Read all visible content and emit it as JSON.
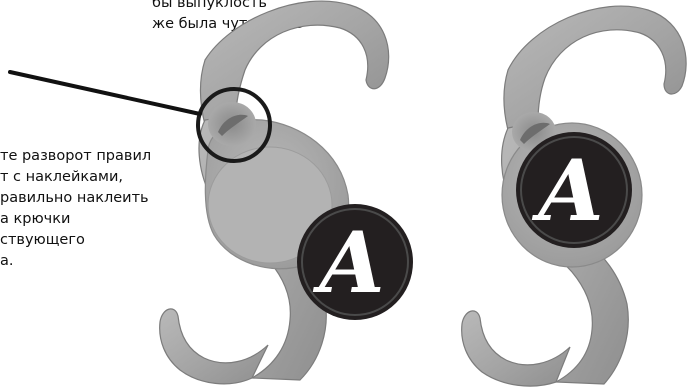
{
  "callout_top": {
    "lines": [
      "бы выпуклость",
      "же была чуть выше"
    ]
  },
  "callout_left": {
    "lines": [
      "те разворот правил",
      "т с наклейками,",
      "равильно наклеить",
      "а крючки",
      "ствующего",
      "а."
    ]
  },
  "stickers": {
    "left_letter": "A",
    "right_letter": "A"
  },
  "colors": {
    "body_gray": "#a6a6a6",
    "body_dark": "#8e8e8e",
    "sticker_black": "#231f20",
    "sticker_ring": "#4a4a4a",
    "text": "#111111"
  }
}
